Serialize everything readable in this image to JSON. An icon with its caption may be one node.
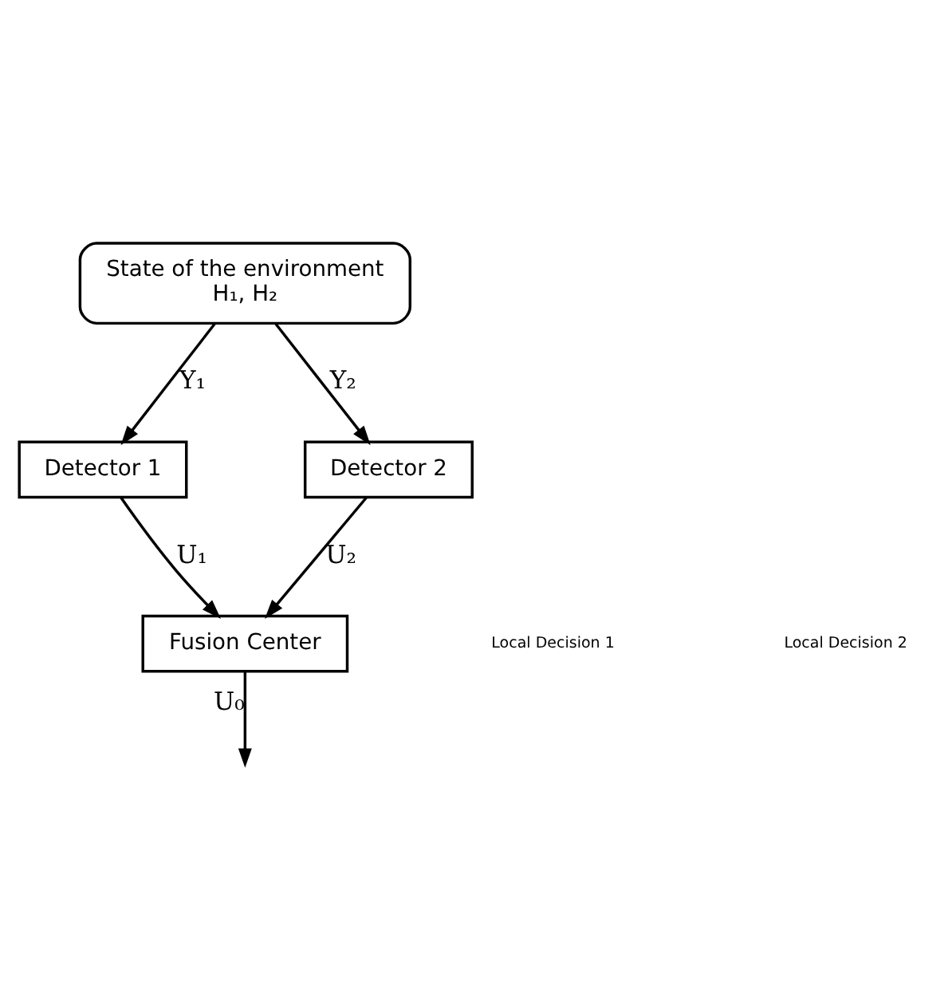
{
  "diagram": {
    "nodes": [
      {
        "text": [
          "State of the environment",
          "H₁, H₂"
        ]
      },
      {
        "text": [
          "Detector 1"
        ]
      },
      {
        "text": [
          "Detector 2"
        ]
      },
      {
        "text": [
          "Fusion Center"
        ]
      }
    ],
    "edges": [
      {
        "from": 0,
        "to": 1,
        "arrow": "to",
        "label": "Y₁"
      },
      {
        "from": 0,
        "to": 2,
        "arrow": "to",
        "label": "Y₂"
      },
      {
        "from": 1,
        "to": 3,
        "arrow": "to",
        "label": "U₁"
      },
      {
        "from": 2,
        "to": 3,
        "arrow": "to",
        "label": "U₂"
      },
      {
        "from": 3,
        "to": null,
        "arrow": "to",
        "label": "U₀"
      }
    ],
    "labels": [
      "Local Decision 1",
      "Local Decision 2"
    ]
  }
}
